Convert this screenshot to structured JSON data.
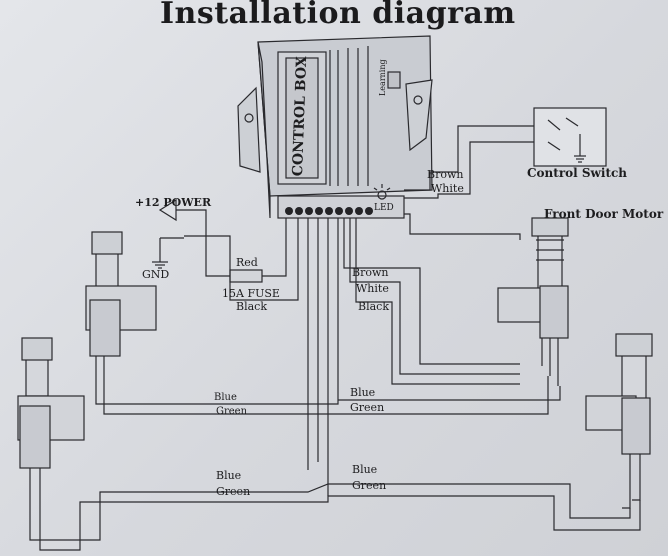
{
  "title": "Installation diagram",
  "control_box": {
    "label": "CONTROL BOX",
    "learning": "Learning",
    "led": "LED"
  },
  "power": {
    "plus12": "+12 POWER",
    "gnd": "GND",
    "red": "Red",
    "fuse": "15A FUSE",
    "black": "Black"
  },
  "control_switch": {
    "label": "Control Switch",
    "brown": "Brown",
    "white": "White"
  },
  "front_door_motor": {
    "label": "Front Door Motor",
    "brown": "Brown",
    "white": "White",
    "black": "Black"
  },
  "lower_wires": {
    "blue_left_1": "Blue",
    "green_left_1": "Green",
    "blue_right_1": "Blue",
    "green_right_1": "Green",
    "blue_left_2": "Blue",
    "green_left_2": "Green",
    "blue_right_2": "Blue",
    "green_right_2": "Green"
  }
}
